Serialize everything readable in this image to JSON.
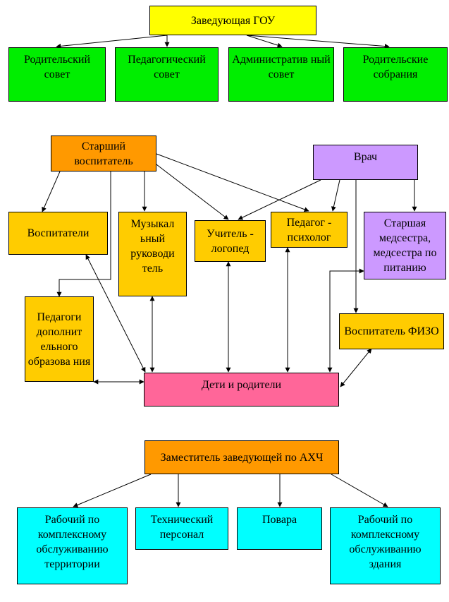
{
  "section1": {
    "head": "Заведующая ГОУ",
    "councils": [
      "Родительский совет",
      "Педагогический совет",
      "Административ ный совет",
      "Родительские собрания"
    ]
  },
  "section2": {
    "senior": "Старший воспитатель",
    "doctor": "Врач",
    "educators": "Воспитатели",
    "music": "Музыкал ьный руководи тель",
    "speech": "Учитель - логопед",
    "psych": "Педагог - психолог",
    "nurse": "Старшая медсестра, медсестра по питанию",
    "additional": "Педагоги дополнит ельного образова ния",
    "physical": "Воспитатель ФИЗО",
    "children": "Дети и родители"
  },
  "section3": {
    "deputy": "Заместитель заведующей по АХЧ",
    "staff": [
      "Рабочий по комплексному обслуживанию территории",
      "Технический персонал",
      "Повара",
      "Рабочий по комплексному обслуживанию здания"
    ]
  }
}
